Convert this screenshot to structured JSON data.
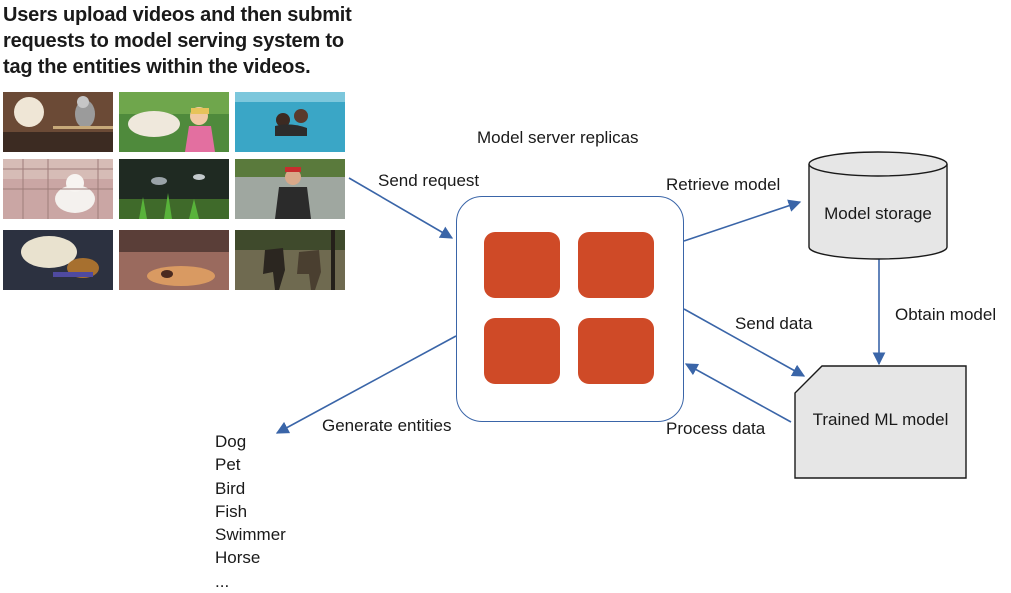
{
  "heading": {
    "line1": "Users upload videos and then submit",
    "line2": "requests to model serving system to",
    "line3": "tag the entities within the videos."
  },
  "thumbnails": [
    {
      "name": "parrot-thumbnail"
    },
    {
      "name": "dog-and-child-thumbnail"
    },
    {
      "name": "swimmers-thumbnail"
    },
    {
      "name": "cat-in-cage-thumbnail"
    },
    {
      "name": "aquarium-thumbnail"
    },
    {
      "name": "man-in-cap-thumbnail"
    },
    {
      "name": "dog-on-couch-thumbnail"
    },
    {
      "name": "fish-tank-thumbnail"
    },
    {
      "name": "horses-thumbnail"
    }
  ],
  "labels": {
    "server_replicas": "Model server replicas",
    "send_request": "Send request",
    "retrieve_model": "Retrieve model",
    "model_storage": "Model storage",
    "obtain_model": "Obtain model",
    "send_data": "Send data",
    "trained_ml_model": "Trained ML model",
    "process_data": "Process data",
    "generate_entities": "Generate entities"
  },
  "entities": [
    "Dog",
    "Pet",
    "Bird",
    "Fish",
    "Swimmer",
    "Horse",
    "..."
  ],
  "colors": {
    "arrow": "#3a65a8",
    "replica": "#cf4a27",
    "node_fill": "#e6e6e6",
    "node_stroke": "#1a1a1a"
  }
}
